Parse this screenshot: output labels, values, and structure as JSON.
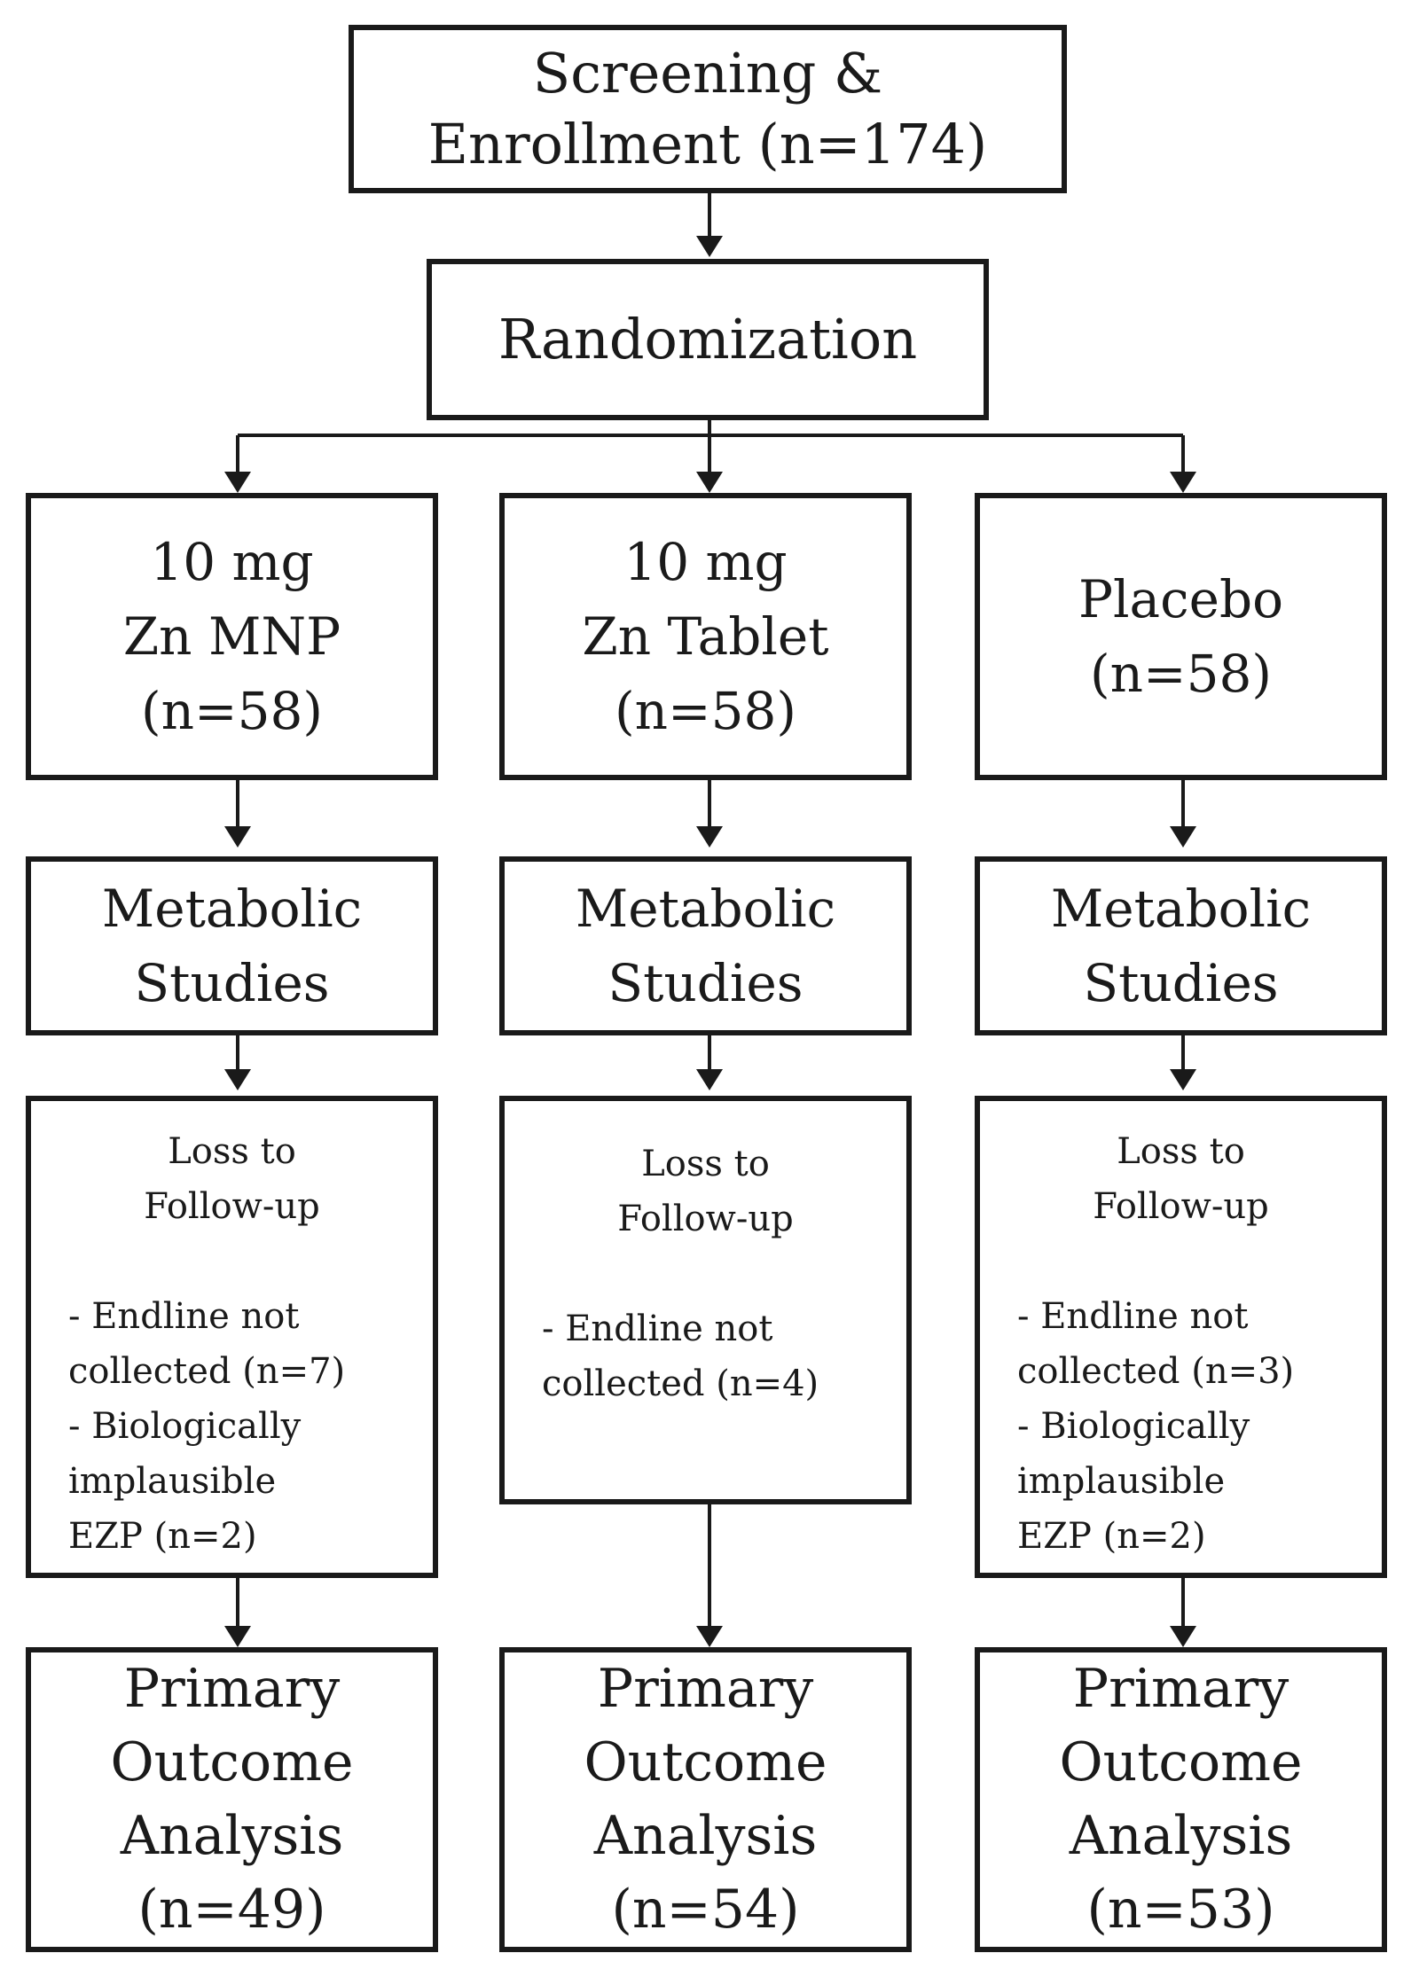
{
  "title": "",
  "screening": {
    "line1": "Screening &",
    "line2": "Enrollment (n=174)"
  },
  "randomization": {
    "label": "Randomization"
  },
  "arms": [
    {
      "arm": [
        "10 mg",
        "Zn MNP",
        "(n=58)"
      ],
      "metabolic": [
        "Metabolic",
        "Studies"
      ],
      "loss_title": [
        "Loss to",
        "Follow-up"
      ],
      "loss_reasons": [
        "- Endline not",
        "collected (n=7)",
        "- Biologically",
        "implausible",
        "EZP (n=2)"
      ],
      "outcome": [
        "Primary",
        "Outcome",
        "Analysis",
        "(n=49)"
      ]
    },
    {
      "arm": [
        "10 mg",
        "Zn Tablet",
        "(n=58)"
      ],
      "metabolic": [
        "Metabolic",
        "Studies"
      ],
      "loss_title": [
        "Loss to",
        "Follow-up"
      ],
      "loss_reasons": [
        "- Endline not",
        "collected (n=4)"
      ],
      "outcome": [
        "Primary",
        "Outcome",
        "Analysis",
        "(n=54)"
      ]
    },
    {
      "arm": [
        "Placebo",
        "(n=58)"
      ],
      "metabolic": [
        "Metabolic",
        "Studies"
      ],
      "loss_title": [
        "Loss to",
        "Follow-up"
      ],
      "loss_reasons": [
        "- Endline not",
        "collected (n=3)",
        "- Biologically",
        "implausible",
        "EZP (n=2)"
      ],
      "outcome": [
        "Primary",
        "Outcome",
        "Analysis",
        "(n=53)"
      ]
    }
  ]
}
